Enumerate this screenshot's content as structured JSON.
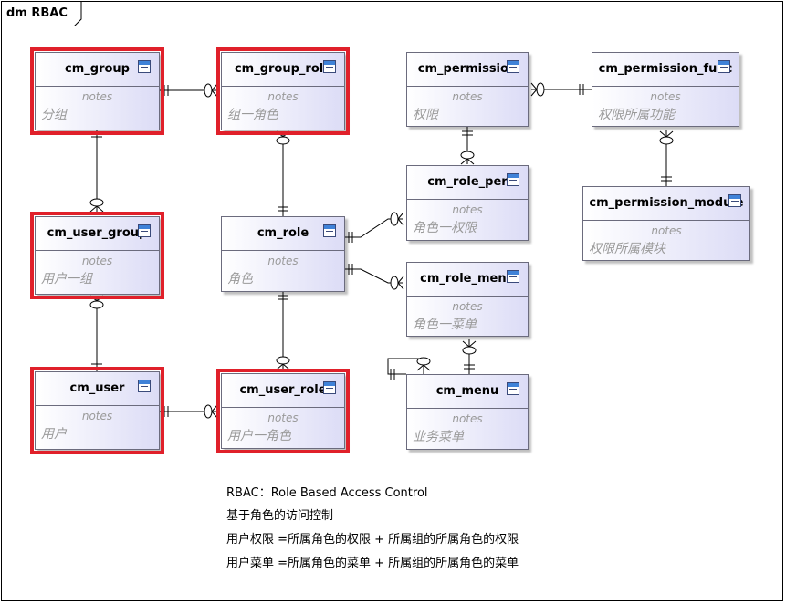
{
  "diagram": {
    "title": "dm RBAC"
  },
  "entities": [
    {
      "id": "cm_group",
      "name": "cm_group",
      "notes_label": "notes",
      "desc": "分组"
    },
    {
      "id": "cm_group_role",
      "name": "cm_group_role",
      "notes_label": "notes",
      "desc": "组一角色"
    },
    {
      "id": "cm_permission",
      "name": "cm_permission",
      "notes_label": "notes",
      "desc": "权限"
    },
    {
      "id": "cm_permission_func",
      "name": "cm_permission_func",
      "notes_label": "notes",
      "desc": "权限所属功能"
    },
    {
      "id": "cm_role_per",
      "name": "cm_role_per",
      "notes_label": "notes",
      "desc": "角色一权限"
    },
    {
      "id": "cm_permission_module",
      "name": "cm_permission_module",
      "notes_label": "notes",
      "desc": "权限所属模块"
    },
    {
      "id": "cm_user_group",
      "name": "cm_user_group",
      "notes_label": "notes",
      "desc": "用户一组"
    },
    {
      "id": "cm_role",
      "name": "cm_role",
      "notes_label": "notes",
      "desc": "角色"
    },
    {
      "id": "cm_role_menu",
      "name": "cm_role_menu",
      "notes_label": "notes",
      "desc": "角色一菜单"
    },
    {
      "id": "cm_user",
      "name": "cm_user",
      "notes_label": "notes",
      "desc": "用户"
    },
    {
      "id": "cm_user_role",
      "name": "cm_user_role",
      "notes_label": "notes",
      "desc": "用户一角色"
    },
    {
      "id": "cm_menu",
      "name": "cm_menu",
      "notes_label": "notes",
      "desc": "业务菜单"
    }
  ],
  "highlighted": [
    "cm_group",
    "cm_group_role",
    "cm_user_group",
    "cm_user",
    "cm_user_role"
  ],
  "relations": [
    {
      "from": "cm_group",
      "to": "cm_group_role"
    },
    {
      "from": "cm_group",
      "to": "cm_user_group"
    },
    {
      "from": "cm_user",
      "to": "cm_user_group"
    },
    {
      "from": "cm_role",
      "to": "cm_group_role"
    },
    {
      "from": "cm_role",
      "to": "cm_user_role"
    },
    {
      "from": "cm_user",
      "to": "cm_user_role"
    },
    {
      "from": "cm_role",
      "to": "cm_role_per"
    },
    {
      "from": "cm_role",
      "to": "cm_role_menu"
    },
    {
      "from": "cm_permission",
      "to": "cm_role_per"
    },
    {
      "from": "cm_menu",
      "to": "cm_role_menu"
    },
    {
      "from": "cm_permission_func",
      "to": "cm_permission"
    },
    {
      "from": "cm_permission_module",
      "to": "cm_permission_func"
    },
    {
      "from": "cm_menu",
      "to": "cm_menu"
    }
  ],
  "note_lines": [
    "RBAC：Role Based Access Control",
    "基于角色的访问控制",
    "用户权限 =所属角色的权限 + 所属组的所属角色的权限",
    "用户菜单 =所属角色的菜单 + 所属组的所属角色的菜单"
  ],
  "colors": {
    "highlight": "#e0202a",
    "entity_border": "#6b6b7d",
    "entity_fill_end": "#dcdcf6",
    "icon_header": "#3f82d8"
  }
}
